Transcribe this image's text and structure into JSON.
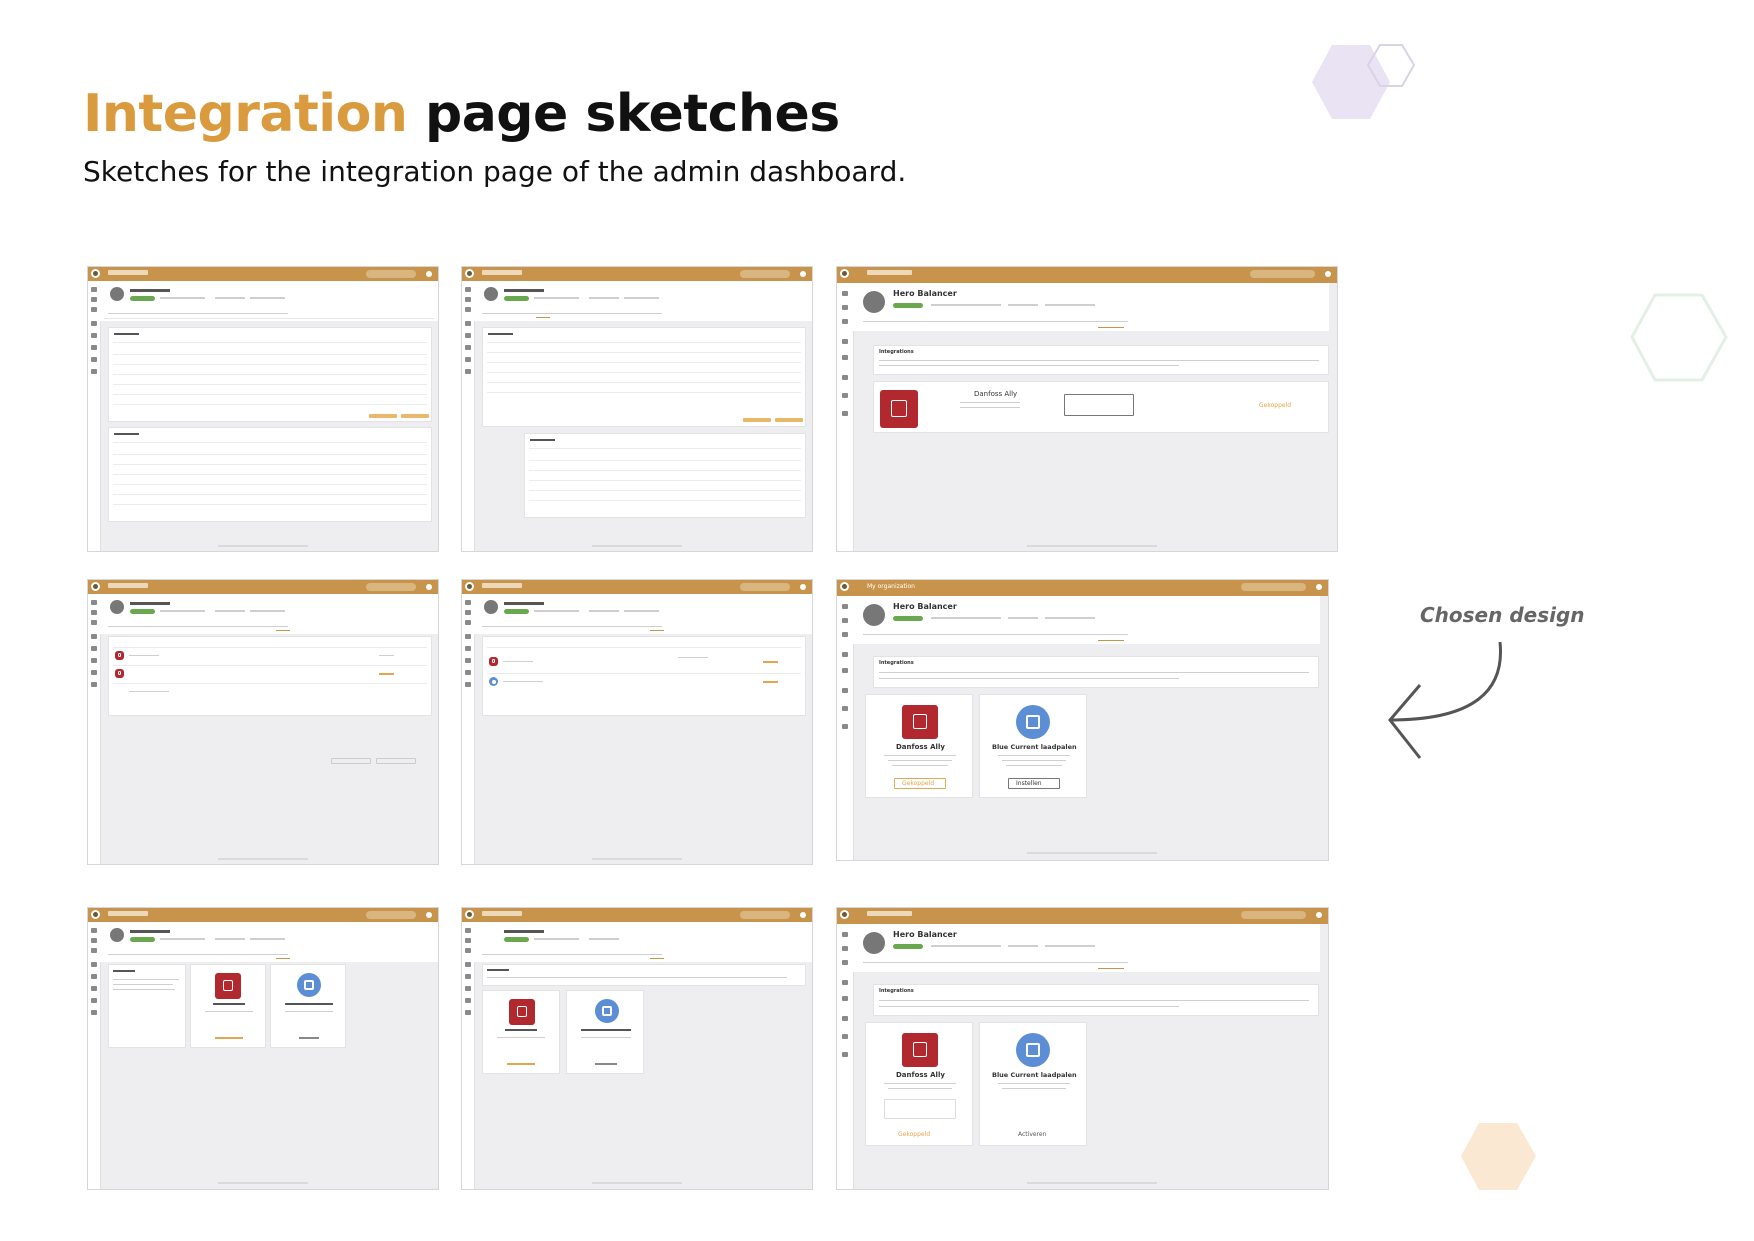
{
  "title": {
    "accent": "Integration",
    "rest": "page sketches"
  },
  "subtitle": "Sketches for the integration page of the admin dashboard.",
  "annotation": "Chosen design",
  "colors": {
    "accent": "#d99b3d",
    "topbar": "#c8944b",
    "danfoss": "#b2282f",
    "bluecurrent": "#5b8ed4",
    "status": "#6aa84f"
  },
  "sketch_text": {
    "org": "My organization",
    "company": "Hero Balancer",
    "section": "Integrations",
    "danfoss": "Danfoss Ally",
    "bluecurrent": "Blue Current laadpalen",
    "connected": "Gekoppeld",
    "configure": "Instellen",
    "activate": "Activeren"
  }
}
